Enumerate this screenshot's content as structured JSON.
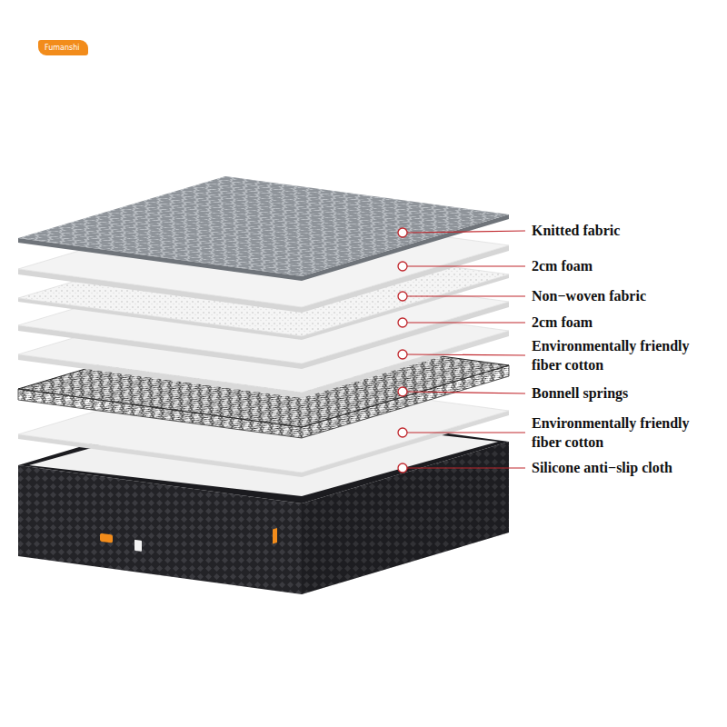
{
  "diagram": {
    "nodes": [
      {
        "text": [
          "Fumanshi"
        ]
      }
    ],
    "labels": [
      "Knitted fabric",
      "2cm foam",
      "Non−woven fabric",
      "2cm foam",
      "Environmentally friendly fiber cotton",
      "Bonnell springs",
      "Environmentally friendly fiber cotton",
      "Silicone anti−slip cloth"
    ]
  }
}
